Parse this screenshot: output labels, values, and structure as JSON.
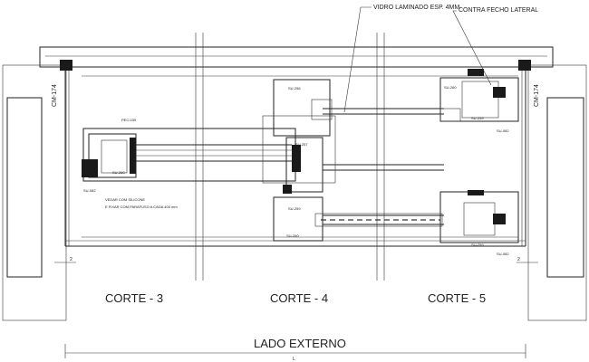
{
  "annotations": {
    "glass": "VIDRO LAMINADO ESP. 4MM",
    "lock": "CONTRA FECHO LATERAL"
  },
  "profile_left": "CM-174",
  "profile_right": "CM-174",
  "sections": {
    "corte3": "CORTE - 3",
    "corte4": "CORTE - 4",
    "corte5": "CORTE - 5"
  },
  "side_label": "LADO EXTERNO",
  "dimension_label": "L",
  "small_labels": {
    "left_top": "SU-082",
    "right_top": "SU-082",
    "right_bottom": "SU-082",
    "su256": "SU-256",
    "su257": "SU-257",
    "su259": "SU-259",
    "su260": "SU-260",
    "pec": "PEC-039",
    "su_left": "SU-260",
    "su_left2": "SU-260",
    "su_right": "SU-259",
    "su_right2": "SU-259"
  },
  "notes": {
    "seal": "VEDAR COM SILICONE",
    "fix": "E FIXAR COM PARAFUSO A CADA 400 mm"
  },
  "gap_labels": [
    "2",
    "2"
  ]
}
